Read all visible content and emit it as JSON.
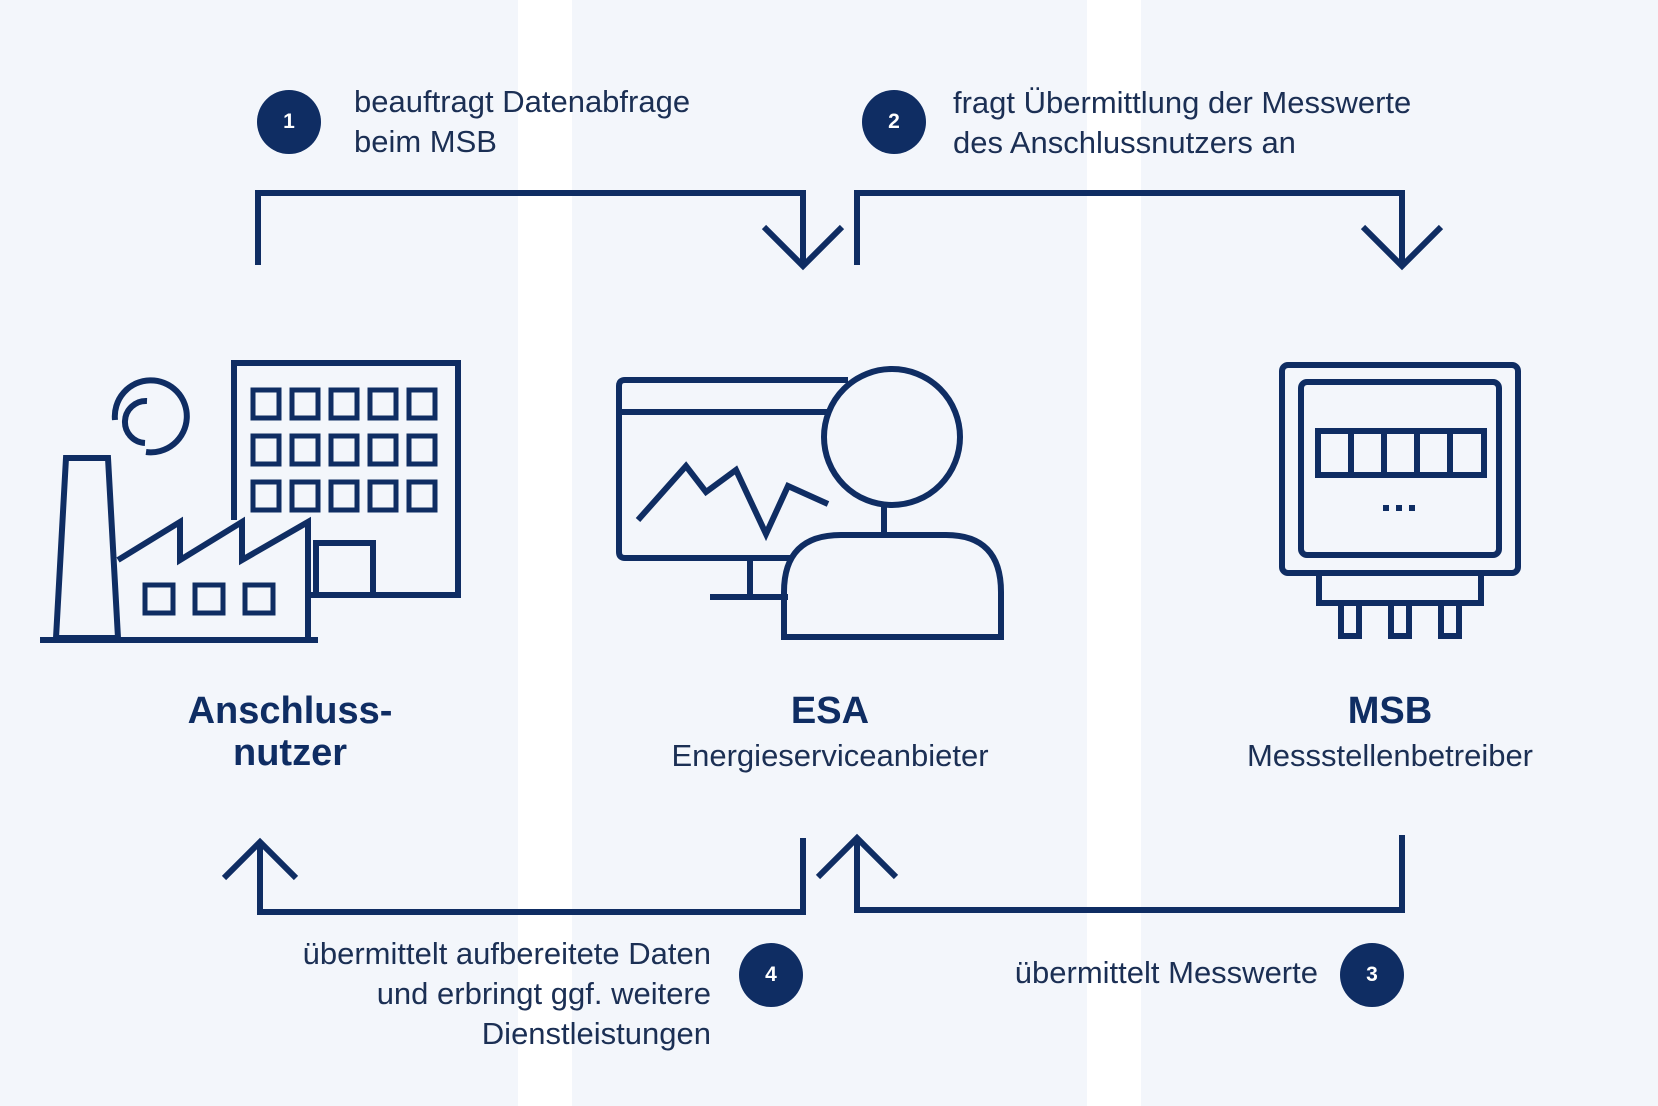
{
  "colors": {
    "primary": "#0f2d63",
    "background": "#f3f6fb",
    "band": "#ffffff",
    "text": "#1b2f54"
  },
  "steps": [
    {
      "number": "1",
      "lines": [
        "beauftragt Datenabfrage",
        "beim MSB"
      ]
    },
    {
      "number": "2",
      "lines": [
        "fragt Übermittlung der Messwerte",
        "des Anschlussnutzers an"
      ]
    },
    {
      "number": "3",
      "lines": [
        "übermittelt Messwerte"
      ]
    },
    {
      "number": "4",
      "lines": [
        "übermittelt aufbereitete Daten",
        "und erbringt ggf. weitere",
        "Dienstleistungen"
      ]
    }
  ],
  "actors": {
    "anschlussnutzer": {
      "title_line1": "Anschluss-",
      "title_line2": "nutzer",
      "icon": "factory-building-icon"
    },
    "esa": {
      "title": "ESA",
      "subtitle": "Energieserviceanbieter",
      "icon": "monitor-person-icon"
    },
    "msb": {
      "title": "MSB",
      "subtitle": "Messstellenbetreiber",
      "icon": "electricity-meter-icon"
    }
  }
}
